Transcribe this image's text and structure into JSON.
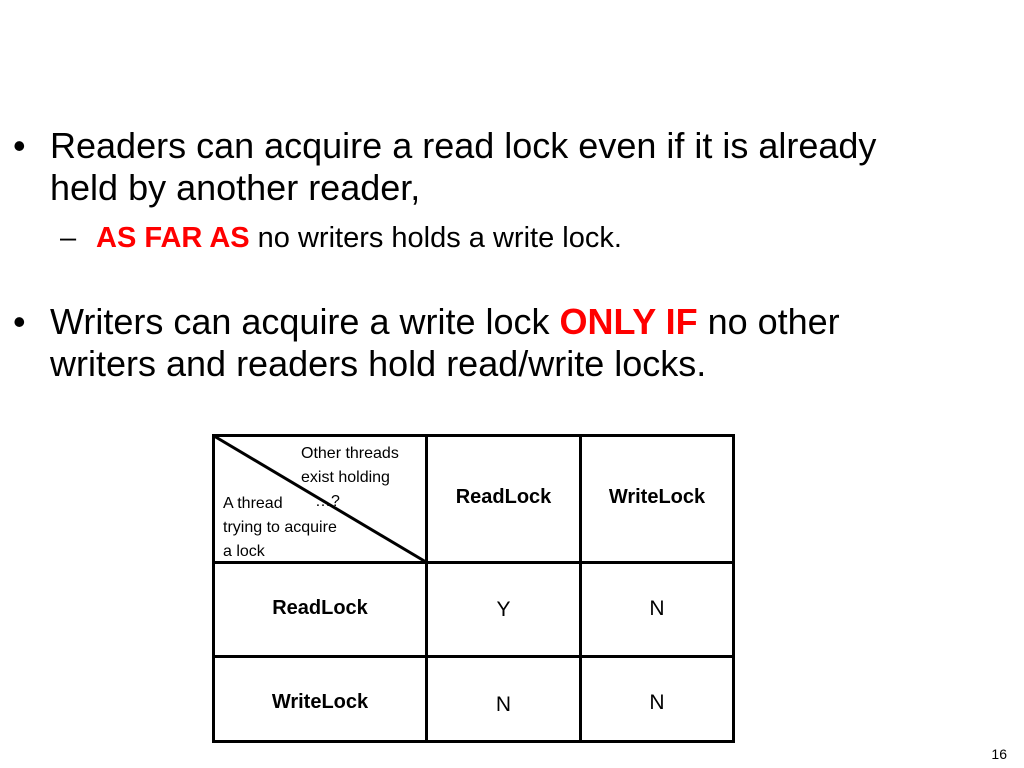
{
  "bullets": [
    {
      "line1": "Readers can acquire a read lock even if it is already",
      "line2": "held by another reader,",
      "sub": {
        "emphasis": "AS FAR AS",
        "rest": " no writers holds a write lock."
      }
    },
    {
      "line1_pre": "Writers can acquire a write lock ",
      "line1_emphasis": "ONLY IF",
      "line1_post": " no other",
      "line2": "writers and readers hold read/write locks."
    }
  ],
  "table": {
    "corner_top": [
      "Other threads",
      "exist holding",
      "…?"
    ],
    "corner_bottom": [
      "A thread",
      "trying to acquire",
      "a lock"
    ],
    "col_headers": [
      "ReadLock",
      "WriteLock"
    ],
    "rows": [
      {
        "header": "ReadLock",
        "cells": [
          "Y",
          "N"
        ]
      },
      {
        "header": "WriteLock",
        "cells": [
          "N",
          "N"
        ]
      }
    ]
  },
  "page_number": "16",
  "colors": {
    "emphasis": "#ff0000"
  }
}
